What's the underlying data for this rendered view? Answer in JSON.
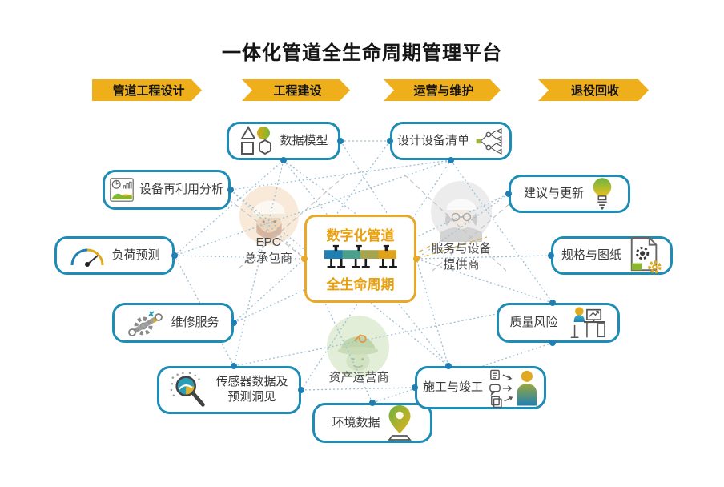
{
  "title": "一体化管道全生命周期管理平台",
  "banners": [
    {
      "label": "管道工程设计"
    },
    {
      "label": "工程建设"
    },
    {
      "label": "运营与维护"
    },
    {
      "label": "退役回收"
    }
  ],
  "center": {
    "top": "数字化管道",
    "bottom": "全生命周期"
  },
  "nodes": {
    "data_model": {
      "label": "数据模型"
    },
    "design_equipment_list": {
      "label": "设计设备清单"
    },
    "equipment_reuse_analysis": {
      "label": "设备再利用分析"
    },
    "load_forecast": {
      "label": "负荷预测"
    },
    "maintenance_service": {
      "label": "维修服务"
    },
    "sensor_data": {
      "line1": "传感器数据及",
      "line2": "预测洞见"
    },
    "environment_data": {
      "label": "环境数据"
    },
    "construction_completion": {
      "label": "施工与竣工"
    },
    "suggestions_updates": {
      "label": "建议与更新"
    },
    "specs_drawings": {
      "label": "规格与图纸"
    },
    "quality_risk": {
      "label": "质量风险"
    }
  },
  "roles": {
    "epc": {
      "line1": "EPC",
      "line2": "总承包商"
    },
    "service_provider": {
      "line1": "服务与设备",
      "line2": "提供商"
    },
    "asset_operator": {
      "label": "资产运营商"
    }
  },
  "colors": {
    "banner": "#EFAF1B",
    "node_border": "#1E8CB4",
    "center_border": "#E9A825",
    "center_text": "#E8A00F",
    "line_dotted": "#9DBFD3",
    "dot_blue": "#1E7FB3",
    "dot_gold": "#E9A825"
  }
}
